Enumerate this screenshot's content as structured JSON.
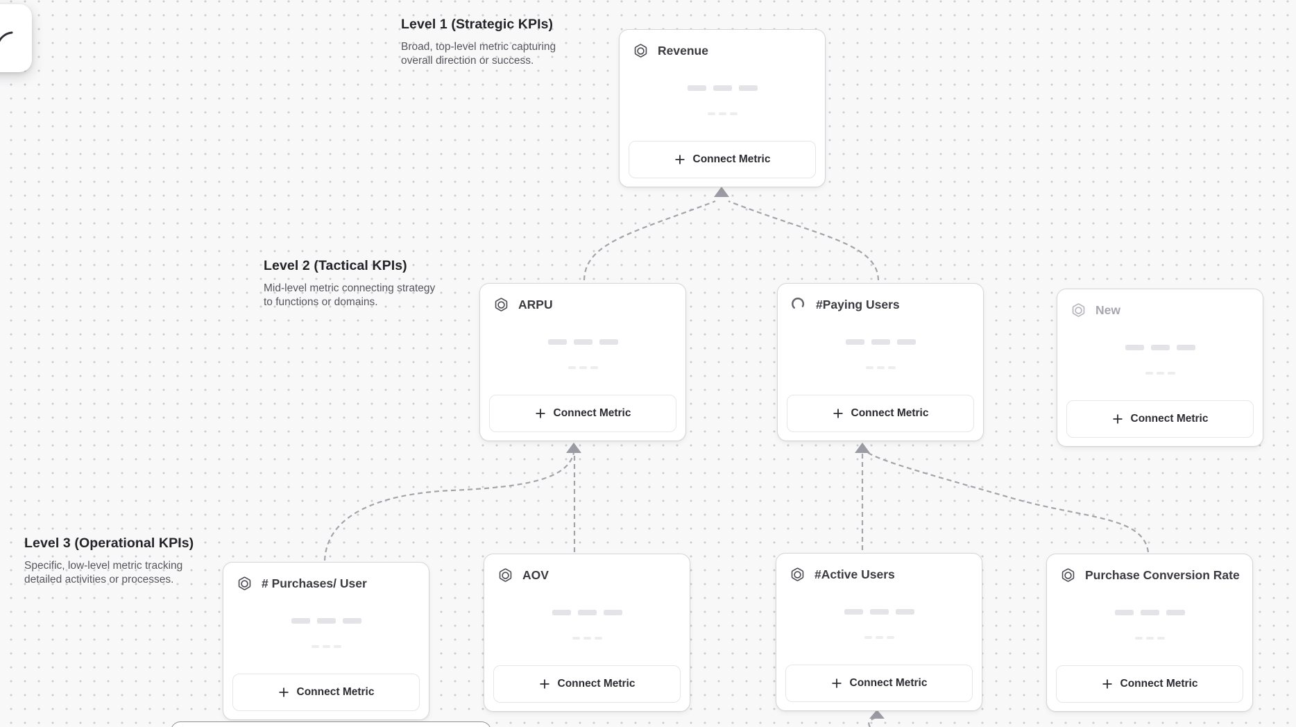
{
  "canvas": {
    "background": "#f8f8f9",
    "dot_color": "#cbcbd0",
    "connector_color": "#a3a3aa",
    "arrow_color": "#9b9ba3"
  },
  "levels": [
    {
      "title": "Level 1 (Strategic KPIs)",
      "description": "Broad, top-level metric capturing overall direction or success."
    },
    {
      "title": "Level 2 (Tactical KPIs)",
      "description": "Mid-level metric connecting strategy to functions or domains."
    },
    {
      "title": "Level 3 (Operational KPIs)",
      "description": "Specific, low-level metric tracking detailed activities or processes."
    }
  ],
  "nodes": [
    {
      "title": "Revenue",
      "level": 1,
      "icon": "hexagon-ring-icon",
      "state": "default"
    },
    {
      "title": "ARPU",
      "level": 2,
      "icon": "hexagon-ring-icon",
      "state": "default"
    },
    {
      "title": "#Paying Users",
      "level": 2,
      "icon": "spinner-icon",
      "state": "loading"
    },
    {
      "title": "New",
      "level": 2,
      "icon": "hexagon-ring-icon",
      "state": "draft"
    },
    {
      "title": "# Purchases/ User",
      "level": 3,
      "icon": "hexagon-ring-icon",
      "state": "default"
    },
    {
      "title": "AOV",
      "level": 3,
      "icon": "hexagon-ring-icon",
      "state": "default"
    },
    {
      "title": "#Active Users",
      "level": 3,
      "icon": "hexagon-ring-icon",
      "state": "default"
    },
    {
      "title": "Purchase Conversion Rate",
      "level": 3,
      "icon": "hexagon-ring-icon",
      "state": "default"
    }
  ],
  "node_button": {
    "label": "Connect Metric",
    "plus": "+"
  },
  "edges": [
    {
      "from": "ARPU",
      "to": "Revenue"
    },
    {
      "from": "#Paying Users",
      "to": "Revenue"
    },
    {
      "from": "# Purchases/ User",
      "to": "ARPU"
    },
    {
      "from": "AOV",
      "to": "ARPU"
    },
    {
      "from": "#Active Users",
      "to": "#Paying Users"
    },
    {
      "from": "Purchase Conversion Rate",
      "to": "#Paying Users"
    },
    {
      "from": "offscreen-node",
      "to": "#Active Users"
    }
  ]
}
